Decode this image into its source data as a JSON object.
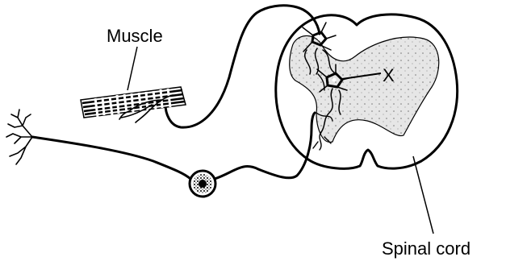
{
  "labels": {
    "muscle": "Muscle",
    "x_marker": "X",
    "spinal_cord": "Spinal cord"
  },
  "colors": {
    "ink": "#000000",
    "gray_matter_stipple": "#e3e3e3",
    "background": "#ffffff"
  }
}
